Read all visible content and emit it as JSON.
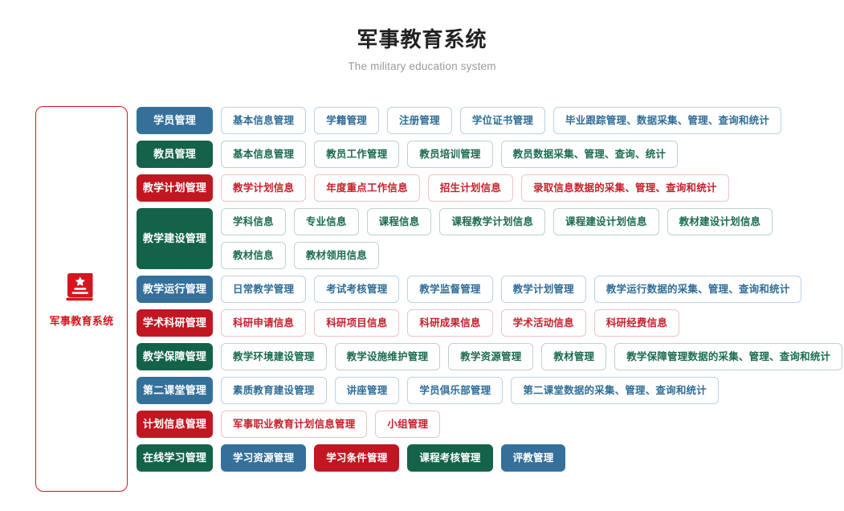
{
  "header": {
    "title": "军事教育系统",
    "subtitle": "The military education system"
  },
  "sidebar": {
    "brand_icon": "book-star-icon",
    "brand_label": "军事教育系统",
    "border_color": "#d4161f",
    "icon_color": "#d4161f"
  },
  "palette": {
    "blue": "#35709b",
    "green": "#14624a",
    "red": "#c01722",
    "blue_border": "#b8d3e6",
    "green_border": "#bcd4c9",
    "red_border": "#f0c3c6",
    "title_color": "#222222",
    "subtitle_color": "#9a9a9a"
  },
  "rows": [
    {
      "category": "学员管理",
      "color": "blue",
      "lines": [
        [
          "基本信息管理",
          "学籍管理",
          "注册管理",
          "学位证书管理",
          "毕业跟踪管理、数据采集、管理、查询和统计"
        ]
      ]
    },
    {
      "category": "教员管理",
      "color": "green",
      "lines": [
        [
          "基本信息管理",
          "教员工作管理",
          "教员培训管理",
          "教员数据采集、管理、查询、统计"
        ]
      ]
    },
    {
      "category": "教学计划管理",
      "color": "red",
      "lines": [
        [
          "教学计划信息",
          "年度重点工作信息",
          "招生计划信息",
          "录取信息数据的采集、管理、查询和统计"
        ]
      ]
    },
    {
      "category": "教学建设管理",
      "color": "green",
      "lines": [
        [
          "学科信息",
          "专业信息",
          "课程信息",
          "课程教学计划信息",
          "课程建设计划信息",
          "教材建设计划信息"
        ],
        [
          "教材信息",
          "教材领用信息"
        ]
      ]
    },
    {
      "category": "教学运行管理",
      "color": "blue",
      "lines": [
        [
          "日常教学管理",
          "考试考核管理",
          "教学监督管理",
          "教学计划管理",
          "教学运行数据的采集、管理、查询和统计"
        ]
      ]
    },
    {
      "category": "学术科研管理",
      "color": "red",
      "lines": [
        [
          "科研申请信息",
          "科研项目信息",
          "科研成果信息",
          "学术活动信息",
          "科研经费信息"
        ]
      ]
    },
    {
      "category": "教学保障管理",
      "color": "green",
      "lines": [
        [
          "教学环境建设管理",
          "教学设施维护管理",
          "教学资源管理",
          "教材管理",
          "教学保障管理数据的采集、管理、查询和统计"
        ]
      ]
    },
    {
      "category": "第二课堂管理",
      "color": "blue",
      "lines": [
        [
          "素质教育建设管理",
          "讲座管理",
          "学员俱乐部管理",
          "第二课堂数据的采集、管理、查询和统计"
        ]
      ]
    },
    {
      "category": "计划信息管理",
      "color": "red",
      "lines": [
        [
          "军事职业教育计划信息管理",
          "小组管理"
        ]
      ]
    },
    {
      "category": "在线学习管理",
      "color": "green",
      "solid_items": true,
      "lines": [
        [
          "学习资源管理",
          "学习条件管理",
          "课程考核管理",
          "评教管理"
        ]
      ],
      "item_colors": [
        [
          "blue",
          "red",
          "green",
          "blue"
        ]
      ]
    }
  ]
}
